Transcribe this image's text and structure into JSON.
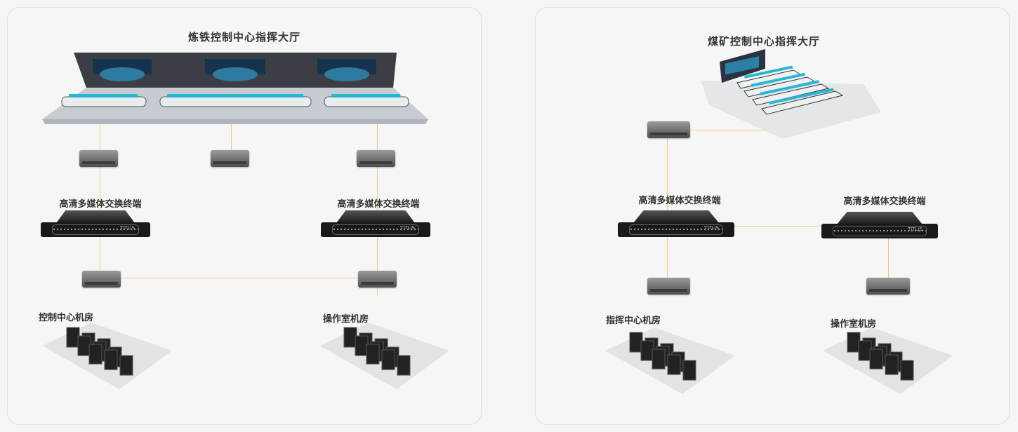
{
  "left_panel": {
    "title": "炼铁控制中心指挥大厅",
    "switch_label_1": "高清多媒体交换终端",
    "switch_label_2": "高清多媒体交换终端",
    "room_label_1": "控制中心机房",
    "room_label_2": "操作室机房"
  },
  "right_panel": {
    "title": "煤矿控制中心指挥大厅",
    "switch_label_1": "高清多媒体交换终端",
    "switch_label_2": "高清多媒体交换终端",
    "room_label_1": "指挥中心机房",
    "room_label_2": "操作室机房"
  },
  "device_brand": "TITLIS",
  "colors": {
    "connection_line": "#f5c97a",
    "background": "#f6f6f6",
    "device_dark": "#1b1819"
  }
}
